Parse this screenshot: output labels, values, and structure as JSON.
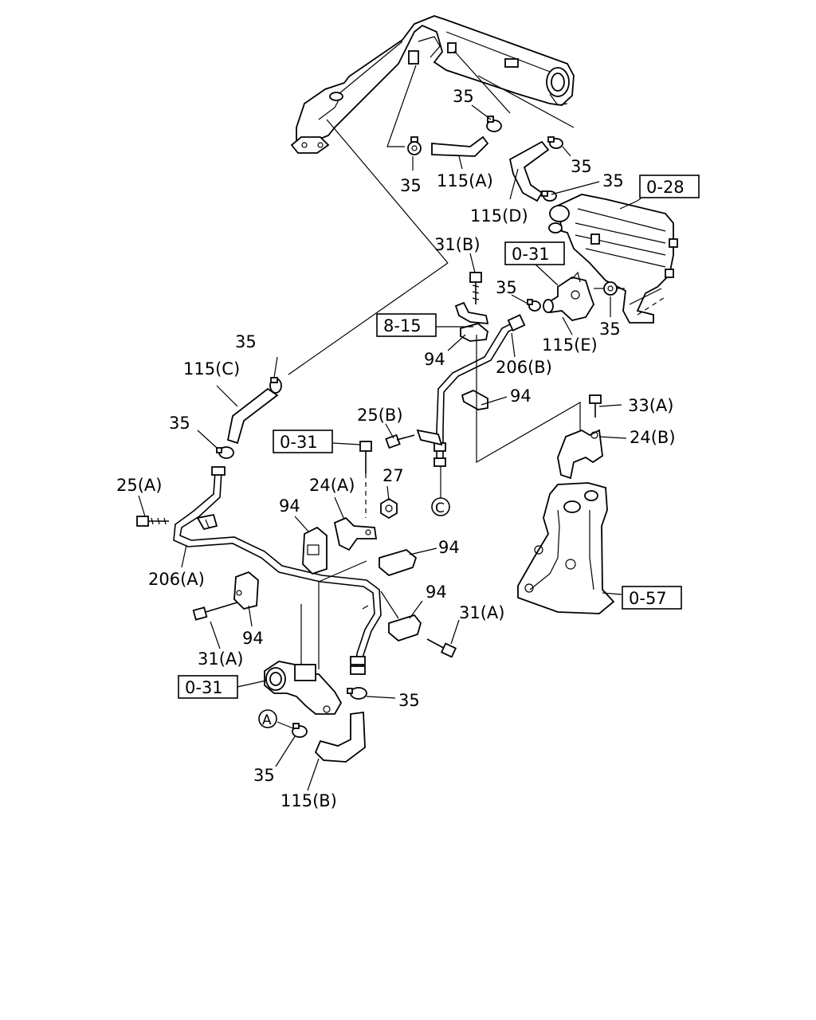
{
  "labels": {
    "l_35_a": "35",
    "l_35_b": "35",
    "l_115a": "115(A)",
    "l_35_c": "35",
    "l_35_d": "35",
    "l_115d": "115(D)",
    "l_31b": "31(B)",
    "l_35_e": "35",
    "l_35_f": "35",
    "l_115e": "115(E)",
    "l_94_a": "94",
    "l_206b": "206(B)",
    "l_35_g": "35",
    "l_115c": "115(C)",
    "l_94_b": "94",
    "l_33a": "33(A)",
    "l_25b": "25(B)",
    "l_24b": "24(B)",
    "l_35_h": "35",
    "l_27": "27",
    "l_25a": "25(A)",
    "l_24a": "24(A)",
    "l_94_c": "94",
    "l_94_d": "94",
    "l_206a": "206(A)",
    "l_94_e": "94",
    "l_31a_r": "31(A)",
    "l_94_f": "94",
    "l_31a_l": "31(A)",
    "l_35_i": "35",
    "l_35_j": "35",
    "l_115b": "115(B)"
  },
  "refs": {
    "r_028": "0-28",
    "r_031_top": "0-31",
    "r_815": "8-15",
    "r_031_mid": "0-31",
    "r_057": "0-57",
    "r_031_bot": "0-31"
  },
  "connectors": {
    "c_circle": "C",
    "a_circle": "A"
  }
}
